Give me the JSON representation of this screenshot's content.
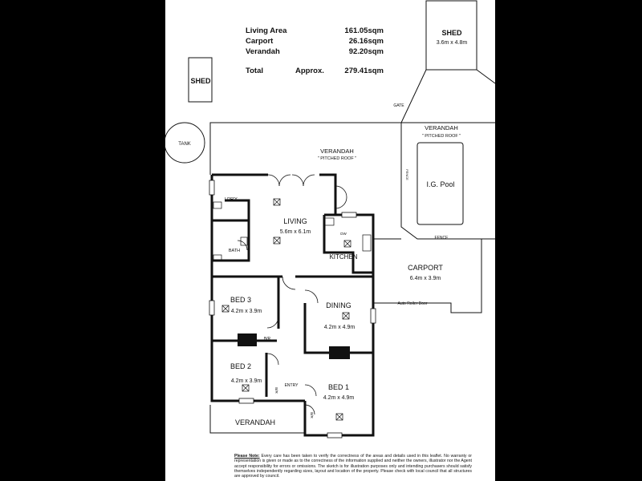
{
  "areas": {
    "rows": [
      {
        "label": "Living Area",
        "value": "161.05sqm"
      },
      {
        "label": "Carport",
        "value": "26.16sqm"
      },
      {
        "label": "Verandah",
        "value": "92.20sqm"
      }
    ],
    "total": {
      "label": "Total",
      "approx": "Approx.",
      "value": "279.41sqm"
    }
  },
  "outbuildings": {
    "shed_left": "SHED",
    "shed_right": {
      "name": "SHED",
      "dims": "3.6m x 4.8m"
    },
    "tank": "TANK",
    "gate": "GATE",
    "fence_side": "FENCE",
    "fence_bottom": "FENCE"
  },
  "pool_area": {
    "verandah": "VERANDAH",
    "roof": "\" PITCHED ROOF \"",
    "pool": "I.G. Pool"
  },
  "main_verandah": {
    "name": "VERANDAH",
    "roof": "\" PITCHED ROOF \""
  },
  "rooms": {
    "laundry": "LDR'Y",
    "living": {
      "name": "LIVING",
      "dims": "5.6m x 6.1m"
    },
    "bath": "BATH",
    "kitchen": "KITCHEN",
    "dishwasher": "DW",
    "carport": {
      "name": "CARPORT",
      "dims": "6.4m x 3.9m"
    },
    "roller_door": "Auto Roller Door",
    "bed3": {
      "name": "BED 3",
      "dims": "4.2m x 3.9m"
    },
    "dining": {
      "name": "DINING",
      "dims": "4.2m x 4.9m"
    },
    "wir": "B/R",
    "bed2": {
      "name": "BED 2",
      "dims": "4.2m x 3.9m"
    },
    "entry": "ENTRY",
    "bed1": {
      "name": "BED 1",
      "dims": "4.2m x 4.9m"
    },
    "robe_left": "B/R",
    "robe_right": "B/R",
    "front_verandah": "VERANDAH"
  },
  "disclaimer": {
    "heading": "Please Note:",
    "body": "Every care has been taken to verify the correctness of the areas and details used in this leaflet. No warranty or representation is given or made as to the correctness of the information supplied and neither the owners, illustrator nor the Agent accept responsibility for errors or omissions. The sketch is for illustration purposes only and intending purchasers should satisfy themselves independently regarding sizes, layout and location of the property. Please check with local council that all structures are approved by council."
  }
}
